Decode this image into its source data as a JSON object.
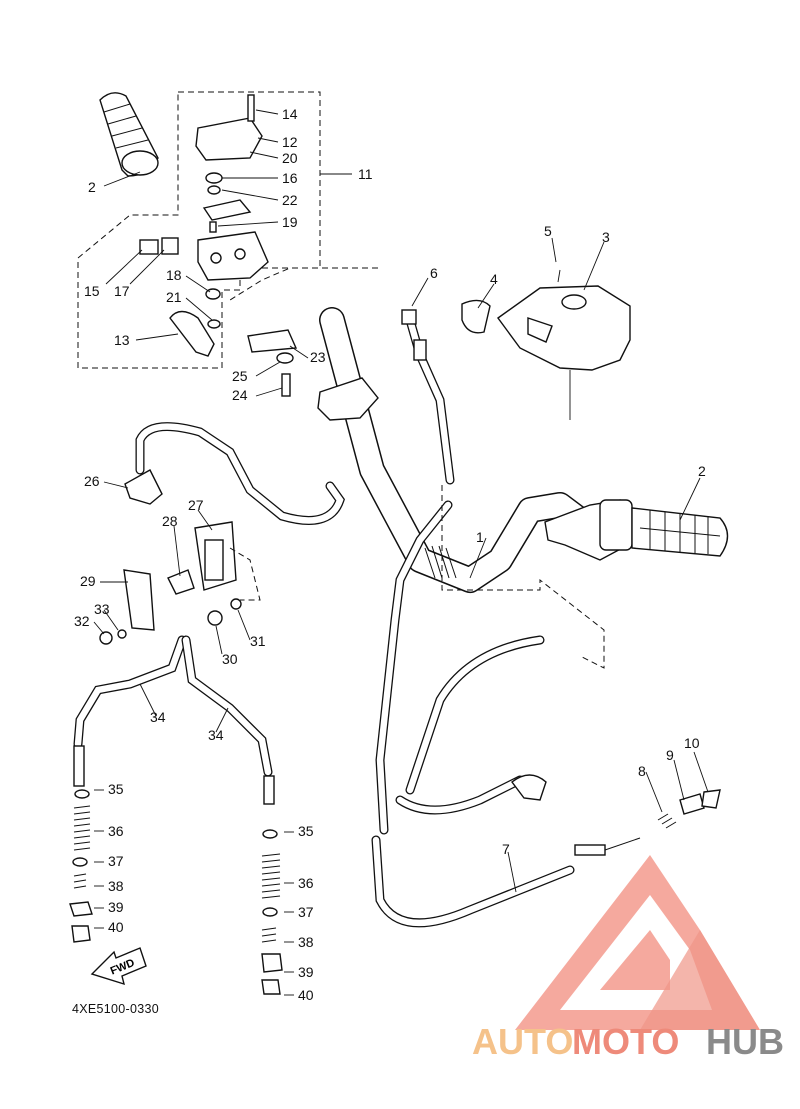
{
  "diagram_code": "4XE5100-0330",
  "fwd_marker": "FWD",
  "watermark": {
    "part1": "AUTO",
    "part2": "MOTO",
    "part3": "HUB",
    "color_light": "#f5c28a",
    "color_mid": "#ee8a7a",
    "color_dark": "#8a8a8a"
  },
  "callouts": [
    "1",
    "2",
    "2",
    "3",
    "4",
    "5",
    "6",
    "7",
    "8",
    "9",
    "10",
    "11",
    "12",
    "13",
    "14",
    "15",
    "16",
    "17",
    "18",
    "19",
    "20",
    "21",
    "22",
    "23",
    "24",
    "25",
    "26",
    "27",
    "28",
    "29",
    "30",
    "31",
    "32",
    "33",
    "34",
    "34",
    "35",
    "35",
    "36",
    "36",
    "37",
    "37",
    "38",
    "38",
    "39",
    "39",
    "40",
    "40"
  ]
}
